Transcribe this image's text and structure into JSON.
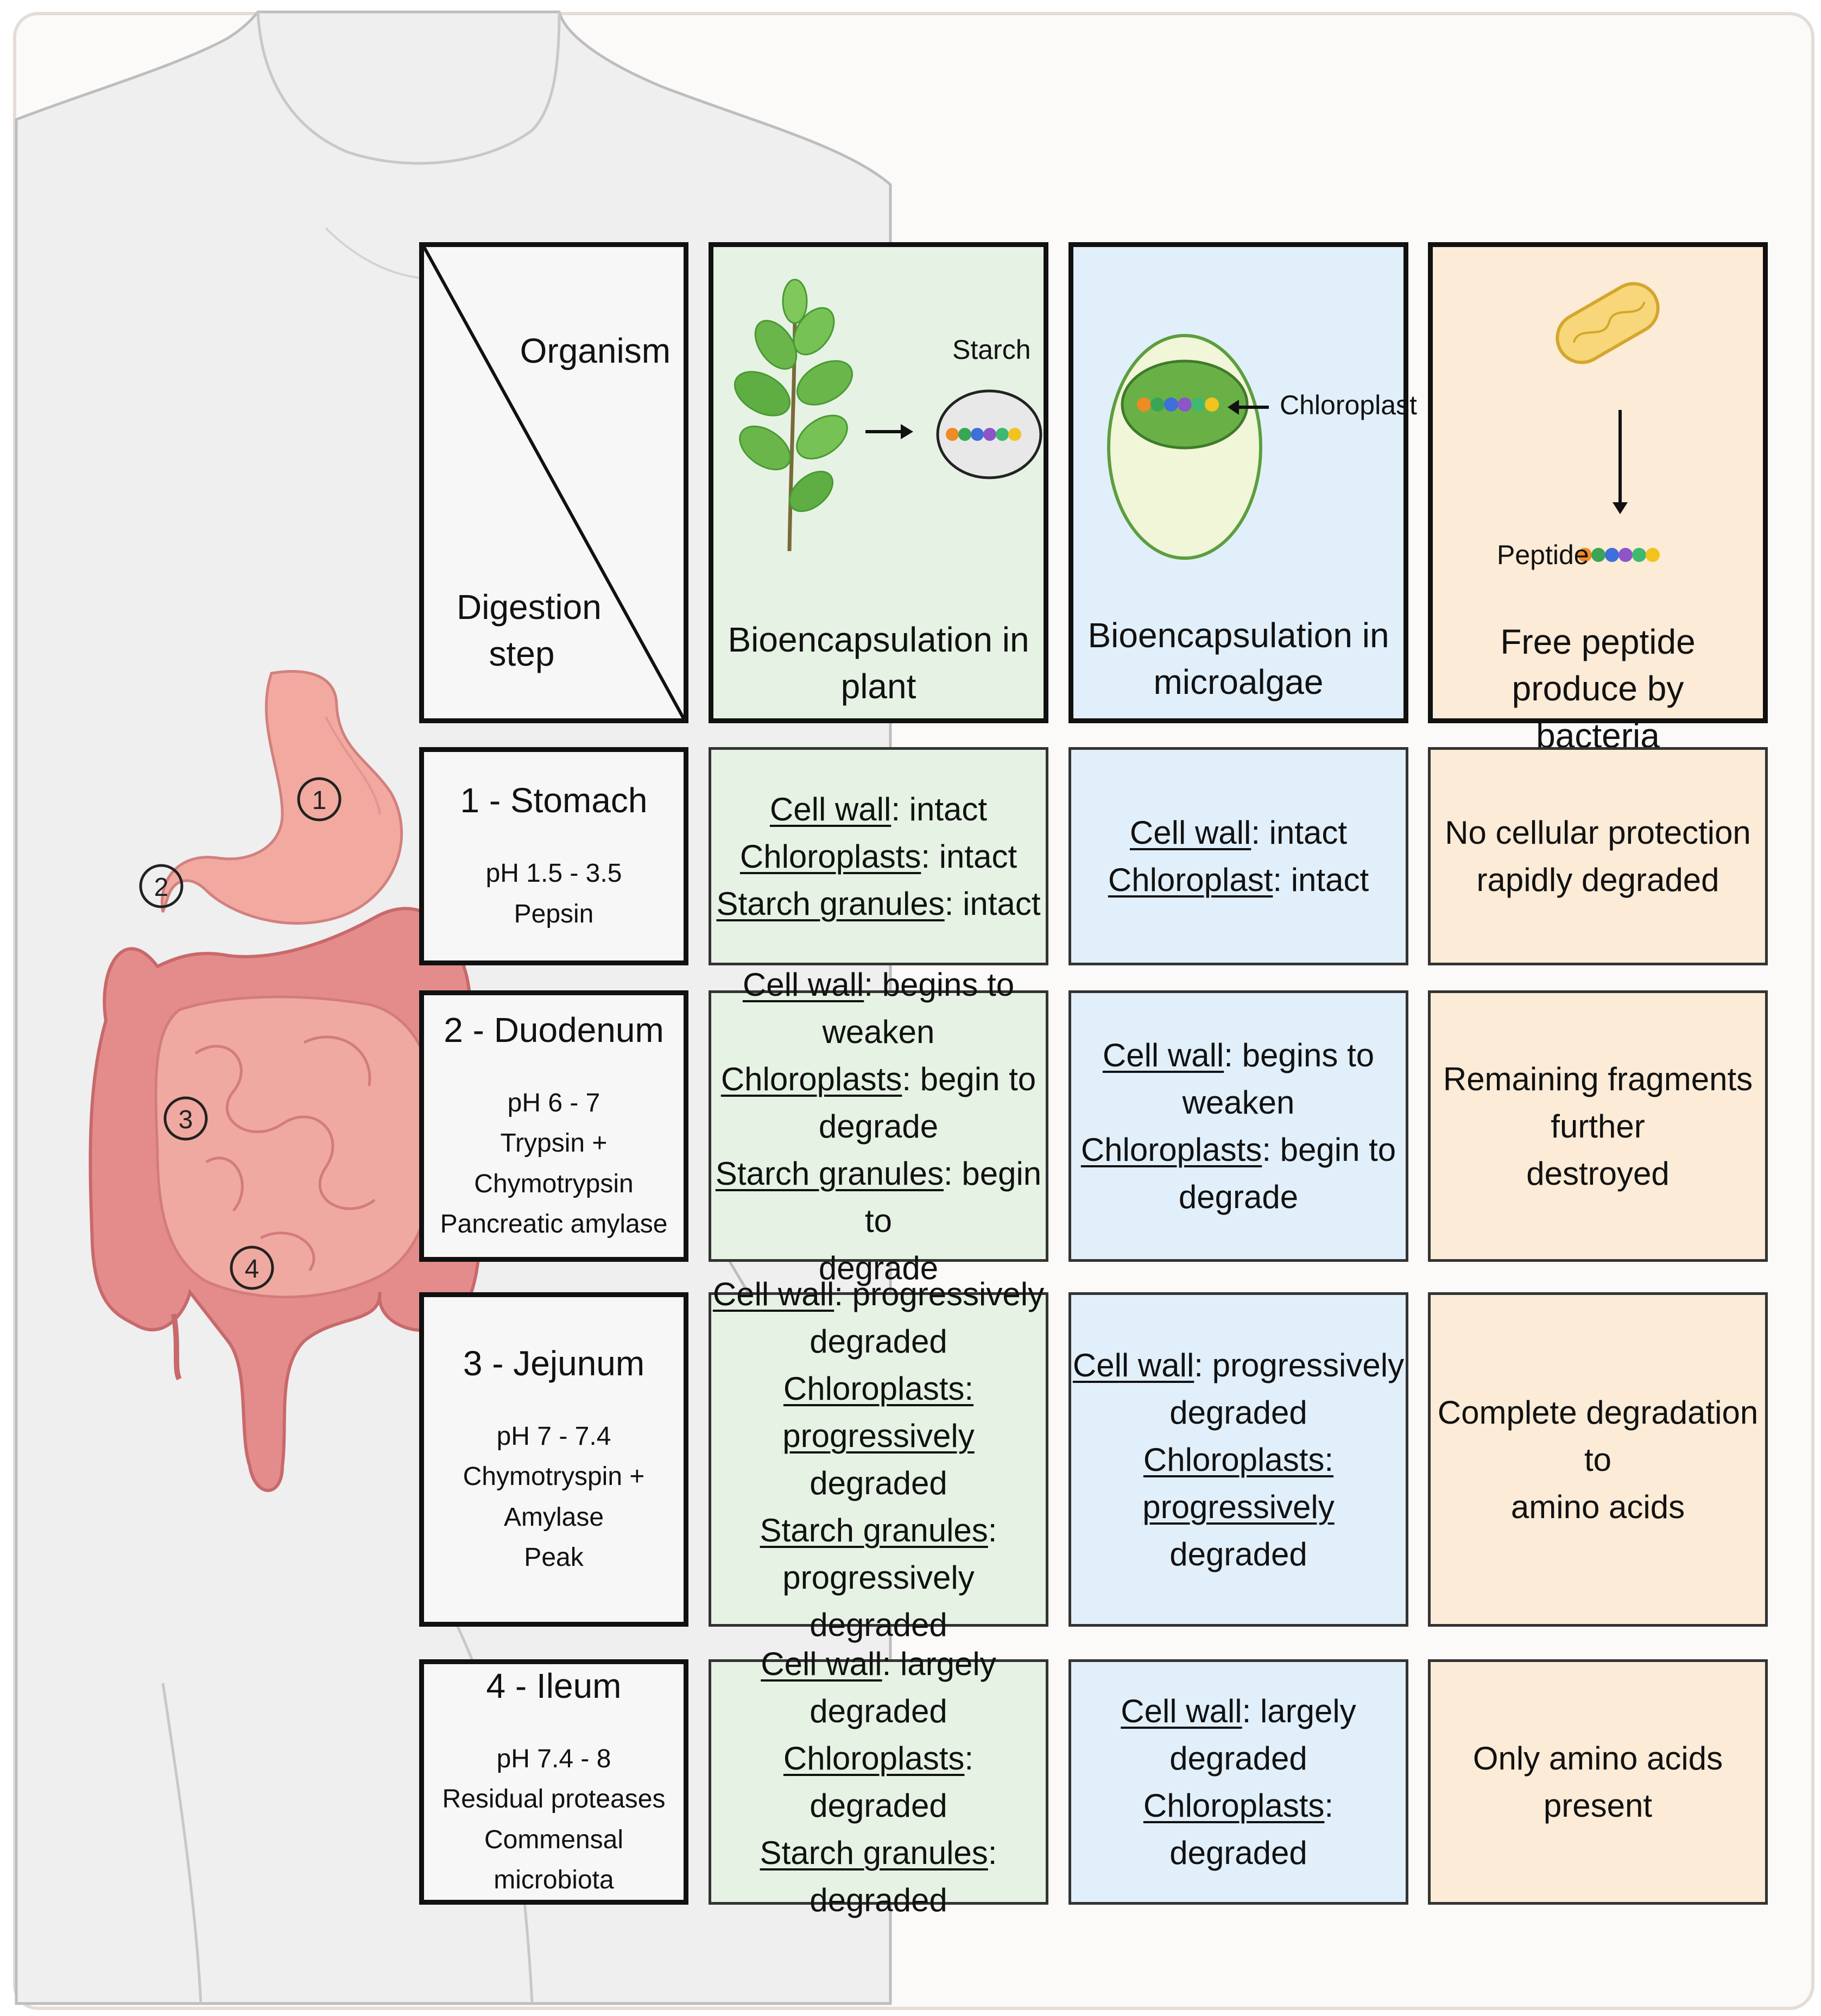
{
  "header": {
    "corner_top": "Organism",
    "corner_bottom_line1": "Digestion",
    "corner_bottom_line2": "step",
    "columns": [
      {
        "line1": "Bioencapsulation in plant",
        "line2": "",
        "label": "Starch"
      },
      {
        "line1": "Bioencapsulation in",
        "line2": "microalgae",
        "label": "Chloroplast"
      },
      {
        "line1": "Free peptide produce by",
        "line2": "bacteria",
        "label": "Peptide"
      }
    ]
  },
  "markers": [
    "1",
    "2",
    "3",
    "4"
  ],
  "rows": [
    {
      "title": "1 - Stomach",
      "details": [
        "pH 1.5 - 3.5",
        "Pepsin"
      ],
      "plant": [
        [
          "Cell wall",
          ": intact"
        ],
        [
          "Chloroplasts",
          ": intact"
        ],
        [
          "Starch granules",
          ": intact"
        ]
      ],
      "algae": [
        [
          "Cell wall",
          ": intact"
        ],
        [
          "Chloroplast",
          ": intact"
        ]
      ],
      "bacteria": [
        "No cellular protection",
        "rapidly degraded"
      ]
    },
    {
      "title": "2 - Duodenum",
      "details": [
        "pH 6 - 7",
        "Trypsin + Chymotrypsin",
        "Pancreatic amylase"
      ],
      "plant": [
        [
          "Cell wall",
          ": begins to weaken"
        ],
        [
          "Chloroplasts",
          ": begin to"
        ],
        [
          "",
          "degrade"
        ],
        [
          "Starch granules",
          ": begin to"
        ],
        [
          "",
          "degrade"
        ]
      ],
      "algae": [
        [
          "Cell wall",
          ": begins to weaken"
        ],
        [
          "Chloroplasts",
          ": begin to"
        ],
        [
          "",
          "degrade"
        ]
      ],
      "bacteria": [
        "Remaining fragments further",
        "destroyed"
      ]
    },
    {
      "title": "3 - Jejunum",
      "details": [
        "pH 7 - 7.4",
        "Chymotryspin + Amylase",
        "Peak"
      ],
      "plant": [
        [
          "Cell wall",
          ": progressively"
        ],
        [
          "",
          "degraded"
        ],
        [
          "Chloroplasts: progressively",
          ""
        ],
        [
          "",
          "degraded"
        ],
        [
          "Starch granules",
          ":"
        ],
        [
          "",
          "progressively degraded"
        ]
      ],
      "algae": [
        [
          "Cell wall",
          ": progressively"
        ],
        [
          "",
          "degraded"
        ],
        [
          "Chloroplasts: progressively",
          ""
        ],
        [
          "",
          "degraded"
        ]
      ],
      "bacteria": [
        "Complete degradation to",
        "amino acids"
      ]
    },
    {
      "title": "4 - Ileum",
      "details": [
        "pH 7.4 - 8",
        "Residual proteases",
        "Commensal microbiota"
      ],
      "plant": [
        [
          "Cell wall",
          ": largely degraded"
        ],
        [
          "Chloroplasts",
          ": degraded"
        ],
        [
          "Starch granules",
          ": degraded"
        ]
      ],
      "algae": [
        [
          "Cell wall",
          ": largely degraded"
        ],
        [
          "Chloroplasts",
          ": degraded"
        ]
      ],
      "bacteria": [
        "Only amino acids present"
      ]
    }
  ],
  "colors": {
    "plant_bg": "#e6f3e4",
    "algae_bg": "#e1effa",
    "bacteria_bg": "#fcebd6",
    "gut": "#e48c8c",
    "stomach": "#f2aaa0",
    "silhouette": "#eeeeee",
    "peptide_beads": [
      "#f08a24",
      "#3aa655",
      "#3f6fd8",
      "#8e55c8",
      "#3fb870",
      "#f2c31e"
    ]
  }
}
